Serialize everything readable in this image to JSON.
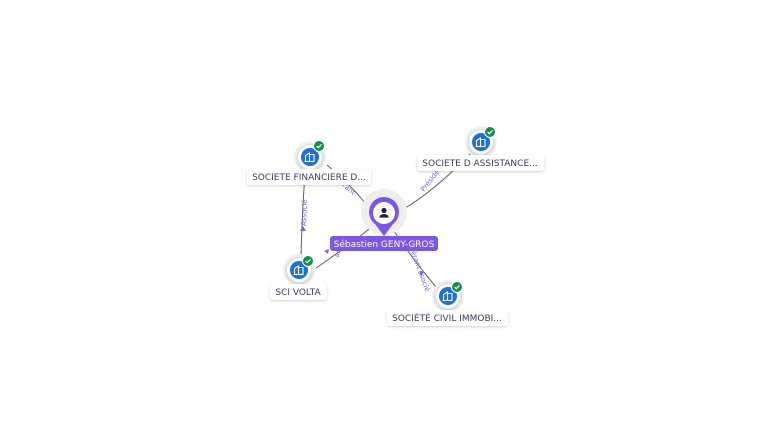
{
  "graph": {
    "center": {
      "name": "Sébastien GENY-GROS",
      "icon": "person-icon",
      "color": "#7b57e8"
    },
    "companies": [
      {
        "id": "societe-financiere",
        "label": "SOCIETE FINANCIERE D...",
        "icon": "building-icon",
        "badge": "check-badge-icon"
      },
      {
        "id": "societe-assistance",
        "label": "SOCIETE D ASSISTANCE...",
        "icon": "building-icon",
        "badge": "check-badge-icon"
      },
      {
        "id": "sci-volta",
        "label": "SCI VOLTA",
        "icon": "building-icon",
        "badge": "check-badge-icon"
      },
      {
        "id": "societe-civil-immobi",
        "label": "SOCIÉTÉ CIVIL IMMOBI...",
        "icon": "building-icon",
        "badge": "check-badge-icon"
      }
    ],
    "edges": [
      {
        "from": "center",
        "to": "societe-financiere",
        "label": "rant"
      },
      {
        "from": "center",
        "to": "societe-assistance",
        "label": "Préside"
      },
      {
        "from": "center",
        "to": "sci-volta",
        "label": "ant"
      },
      {
        "from": "center",
        "to": "societe-civil-immobi",
        "label": "érant ssocié"
      },
      {
        "from": "societe-financiere",
        "to": "sci-volta",
        "label": "Associé"
      }
    ],
    "colors": {
      "company_icon": "#1f6fd9",
      "badge": "#1a8f4a",
      "edge": "#5a5f73",
      "edge_label": "#7a6ad8",
      "node_label_text": "#3a3f5a"
    }
  }
}
